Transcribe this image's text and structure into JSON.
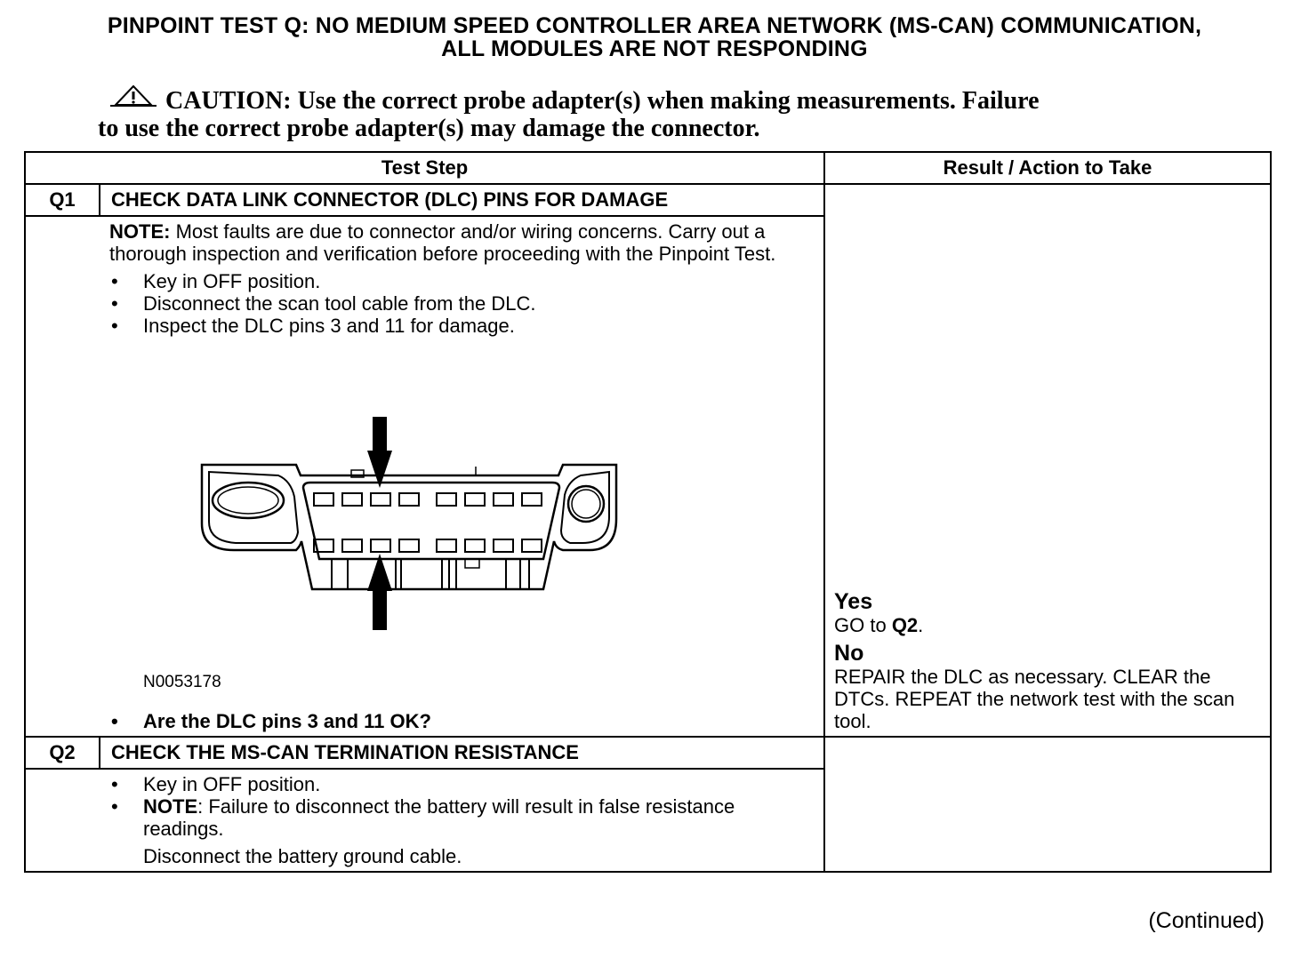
{
  "title": {
    "line1": "PINPOINT TEST  Q: NO MEDIUM SPEED CONTROLLER AREA NETWORK (MS-CAN) COMMUNICATION,",
    "line2": "ALL MODULES ARE NOT RESPONDING"
  },
  "caution": {
    "icon": "warning-triangle-icon",
    "label": "CAUTION:",
    "text1": " Use the correct probe adapter(s) when making measurements. Failure",
    "text2": "to use the correct probe adapter(s) may damage the connector."
  },
  "table": {
    "header_step": "Test Step",
    "header_result": "Result / Action to Take"
  },
  "q1": {
    "id": "Q1",
    "title": "CHECK DATA LINK CONNECTOR (DLC) PINS FOR DAMAGE",
    "note_label": "NOTE:",
    "note_text": " Most faults are due to connector and/or wiring concerns. Carry out a thorough inspection and verification before proceeding with the Pinpoint Test.",
    "bullets": [
      "Key in OFF position.",
      "Disconnect the scan tool cable from the DLC.",
      "Inspect the DLC pins 3 and 11 for damage."
    ],
    "figure_id": "N0053178",
    "question": "Are the DLC pins 3 and 11 OK?",
    "yes_label": "Yes",
    "yes_text_pre": "GO to ",
    "yes_text_ref": "Q2",
    "yes_text_post": ".",
    "no_label": "No",
    "no_text": "REPAIR the DLC as necessary. CLEAR the DTCs. REPEAT the network test with the scan tool."
  },
  "q2": {
    "id": "Q2",
    "title": "CHECK THE MS-CAN TERMINATION RESISTANCE",
    "bullet1": "Key in OFF position.",
    "bullet2_label": "NOTE",
    "bullet2_text": ": Failure to disconnect the battery will result in false resistance readings.",
    "bullet2_sub": "Disconnect the battery ground cable."
  },
  "continued": "(Continued)"
}
